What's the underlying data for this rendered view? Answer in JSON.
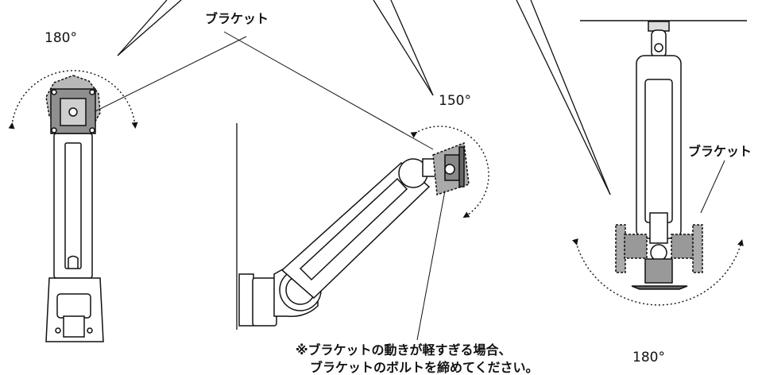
{
  "labels": {
    "angle_left": "180°",
    "angle_middle": "150°",
    "angle_right": "180°",
    "bracket_left": "ブラケット",
    "bracket_right": "ブラケット"
  },
  "note": {
    "line1": "※ブラケットの動きが軽すぎる場合、",
    "line2": "ブラケットのボルトを締めてください。"
  },
  "colors": {
    "line": "#111111",
    "fill_gray": "#9a9a9a",
    "fill_light": "#ffffff"
  }
}
